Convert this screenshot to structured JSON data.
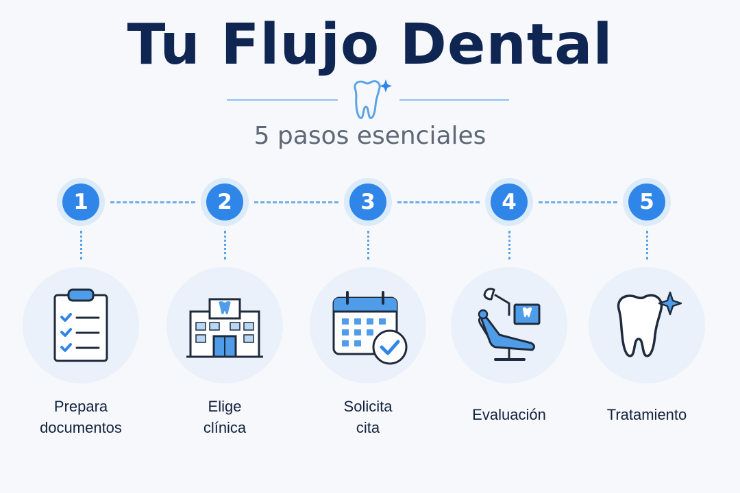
{
  "title": "Tu Flujo Dental",
  "subtitle": "5 pasos esenciales",
  "header_icon": "tooth-sparkle-icon",
  "colors": {
    "title": "#0f2552",
    "accent": "#2f86e8",
    "accent_light": "#dcebfa",
    "line": "#6eaee8",
    "icon_bg": "#eaf1fa",
    "text": "#13213d"
  },
  "steps": [
    {
      "number": "1",
      "label_lines": [
        "Prepara",
        "documentos"
      ],
      "icon": "clipboard-checklist-icon"
    },
    {
      "number": "2",
      "label_lines": [
        "Elige",
        "clínica"
      ],
      "icon": "clinic-building-icon"
    },
    {
      "number": "3",
      "label_lines": [
        "Solicita",
        "cita"
      ],
      "icon": "calendar-check-icon"
    },
    {
      "number": "4",
      "label_lines": [
        "Evaluación"
      ],
      "icon": "dental-chair-icon"
    },
    {
      "number": "5",
      "label_lines": [
        "Tratamiento"
      ],
      "icon": "tooth-sparkle-icon"
    }
  ]
}
